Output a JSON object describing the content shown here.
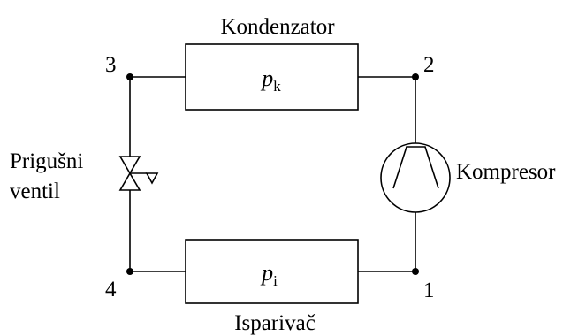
{
  "condenser": {
    "label": "Kondenzator",
    "pressure_var": "p",
    "pressure_sub": "k"
  },
  "evaporator": {
    "label": "Isparivač",
    "pressure_var": "p",
    "pressure_sub": "i"
  },
  "compressor": {
    "label": "Kompresor"
  },
  "valve": {
    "label_line1": "Prigušni",
    "label_line2": "ventil"
  },
  "points": {
    "p1": "1",
    "p2": "2",
    "p3": "3",
    "p4": "4"
  }
}
